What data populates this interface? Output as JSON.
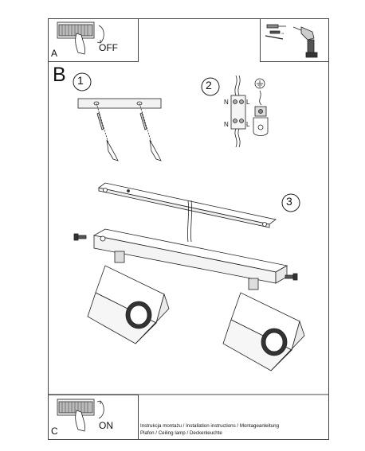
{
  "panel_a": {
    "letter": "A",
    "switch_label": "OFF"
  },
  "panel_b": {
    "letter": "B",
    "steps": [
      "1",
      "2",
      "3"
    ],
    "terminal_labels": {
      "n_top": "N",
      "l_top": "L",
      "n_bottom": "N",
      "l_bottom": "L"
    }
  },
  "panel_c": {
    "letter": "C",
    "switch_label": "ON"
  },
  "caption": {
    "line1": "Instrukcja montażu / Installation instructions / Montageanleitung",
    "line2": "Plafon / Ceiling lamp / Deckenleuchte"
  },
  "icons": [
    "switch-hand-icon",
    "anchor-plug-screw-icon",
    "power-drill-icon",
    "wire-connector-icon",
    "ground-symbol-icon",
    "ground-terminal-icon",
    "screw-icon",
    "ceiling-lamp-fixture"
  ]
}
